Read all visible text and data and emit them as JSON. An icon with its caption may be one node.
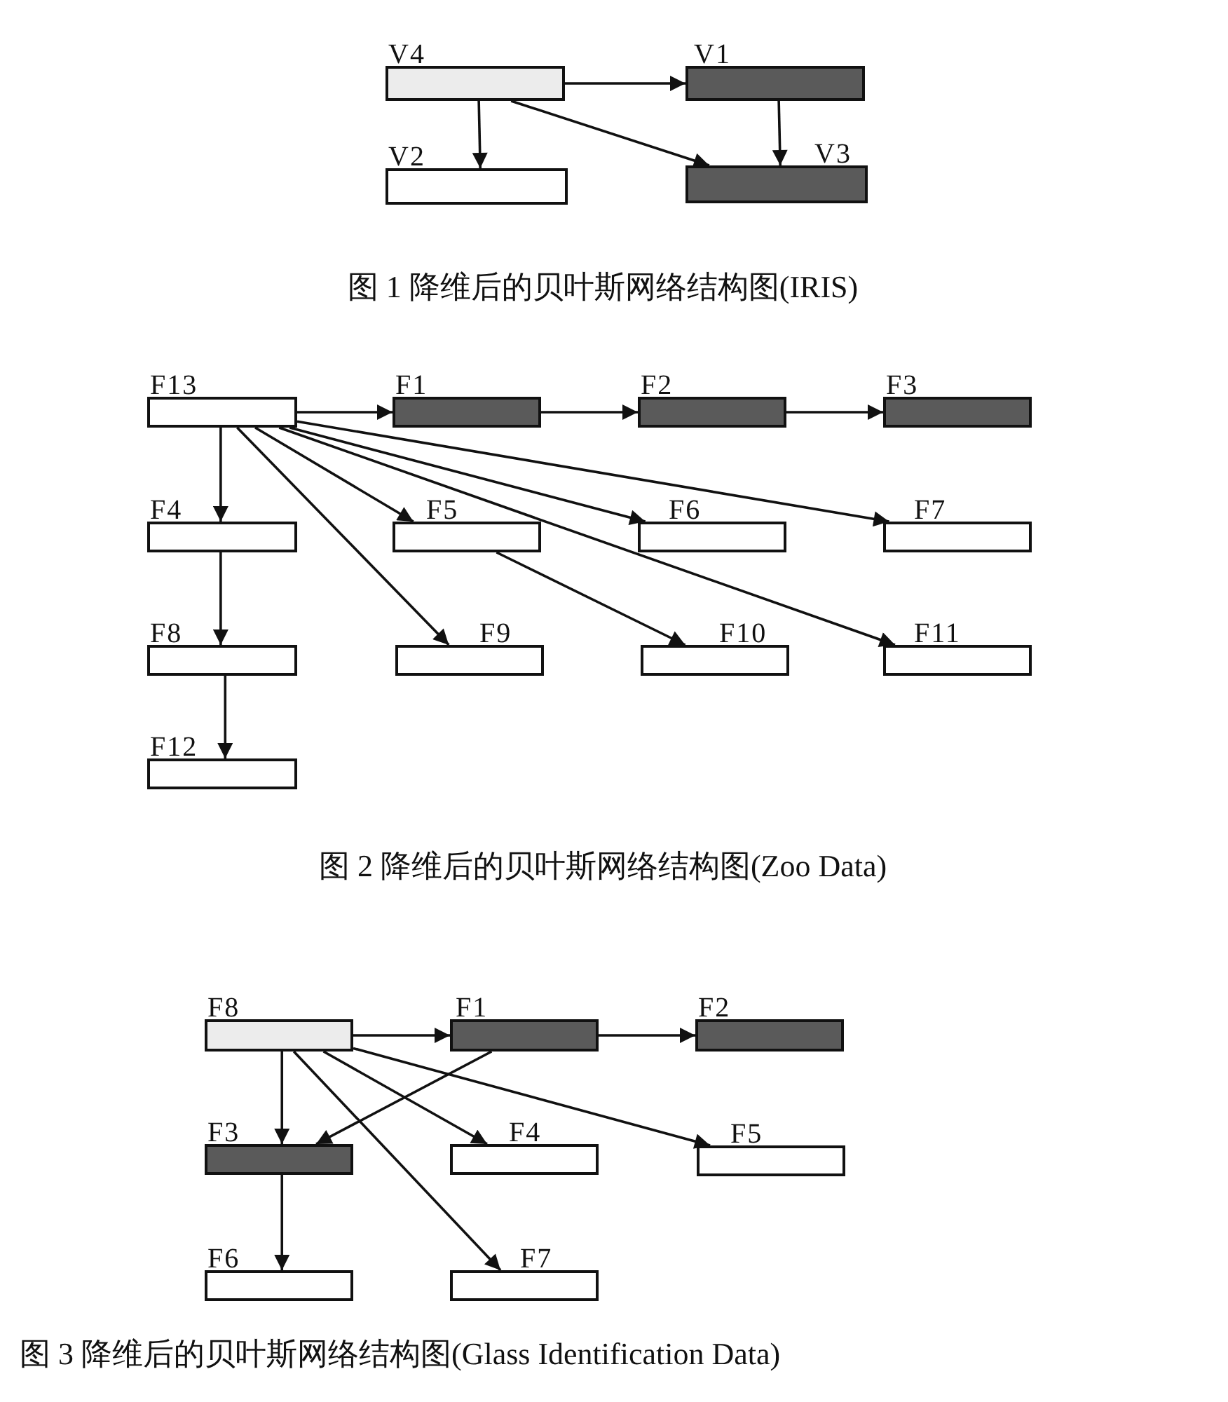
{
  "diagram": {
    "nodes": [
      {
        "text": [
          "V4"
        ]
      },
      {
        "text": [
          "V1"
        ]
      },
      {
        "text": [
          "V2"
        ]
      },
      {
        "text": [
          "V3"
        ]
      },
      {
        "text": [
          "F13"
        ]
      },
      {
        "text": [
          "F1"
        ]
      },
      {
        "text": [
          "F2"
        ]
      },
      {
        "text": [
          "F3"
        ]
      },
      {
        "text": [
          "F4"
        ]
      },
      {
        "text": [
          "F5"
        ]
      },
      {
        "text": [
          "F6"
        ]
      },
      {
        "text": [
          "F7"
        ]
      },
      {
        "text": [
          "F8"
        ]
      },
      {
        "text": [
          "F9"
        ]
      },
      {
        "text": [
          "F10"
        ]
      },
      {
        "text": [
          "F11"
        ]
      },
      {
        "text": [
          "F12"
        ]
      },
      {
        "text": [
          "F8"
        ]
      },
      {
        "text": [
          "F1"
        ]
      },
      {
        "text": [
          "F2"
        ]
      },
      {
        "text": [
          "F3"
        ]
      },
      {
        "text": [
          "F4"
        ]
      },
      {
        "text": [
          "F5"
        ]
      },
      {
        "text": [
          "F6"
        ]
      },
      {
        "text": [
          "F7"
        ]
      }
    ],
    "edges": [
      {
        "from": 0,
        "to": 1,
        "arrow": "to"
      },
      {
        "from": 0,
        "to": 2,
        "arrow": "to"
      },
      {
        "from": 0,
        "to": 3,
        "arrow": "to"
      },
      {
        "from": 1,
        "to": 3,
        "arrow": "to"
      },
      {
        "from": 4,
        "to": 5,
        "arrow": "to"
      },
      {
        "from": 5,
        "to": 6,
        "arrow": "to"
      },
      {
        "from": 6,
        "to": 7,
        "arrow": "to"
      },
      {
        "from": 4,
        "to": 8,
        "arrow": "to"
      },
      {
        "from": 4,
        "to": 13,
        "arrow": "to"
      },
      {
        "from": 4,
        "to": 9,
        "arrow": "to"
      },
      {
        "from": 4,
        "to": 10,
        "arrow": "to"
      },
      {
        "from": 4,
        "to": 11,
        "arrow": "to"
      },
      {
        "from": 4,
        "to": 15,
        "arrow": "to"
      },
      {
        "from": 9,
        "to": 14,
        "arrow": "to"
      },
      {
        "from": 8,
        "to": 12,
        "arrow": "to"
      },
      {
        "from": 12,
        "to": 16,
        "arrow": "to"
      },
      {
        "from": 17,
        "to": 18,
        "arrow": "to"
      },
      {
        "from": 18,
        "to": 19,
        "arrow": "to"
      },
      {
        "from": 17,
        "to": 20,
        "arrow": "to"
      },
      {
        "from": 18,
        "to": 20,
        "arrow": "to"
      },
      {
        "from": 17,
        "to": 21,
        "arrow": "to"
      },
      {
        "from": 17,
        "to": 22,
        "arrow": "to"
      },
      {
        "from": 17,
        "to": 24,
        "arrow": "to"
      },
      {
        "from": 20,
        "to": 23,
        "arrow": "to"
      }
    ],
    "labels": [
      "图 1 降维后的贝叶斯网络结构图(IRIS)",
      "图 2 降维后的贝叶斯网络结构图(Zoo Data)",
      "图 3 降维后的贝叶斯网络结构图(Glass Identification Data)"
    ]
  }
}
